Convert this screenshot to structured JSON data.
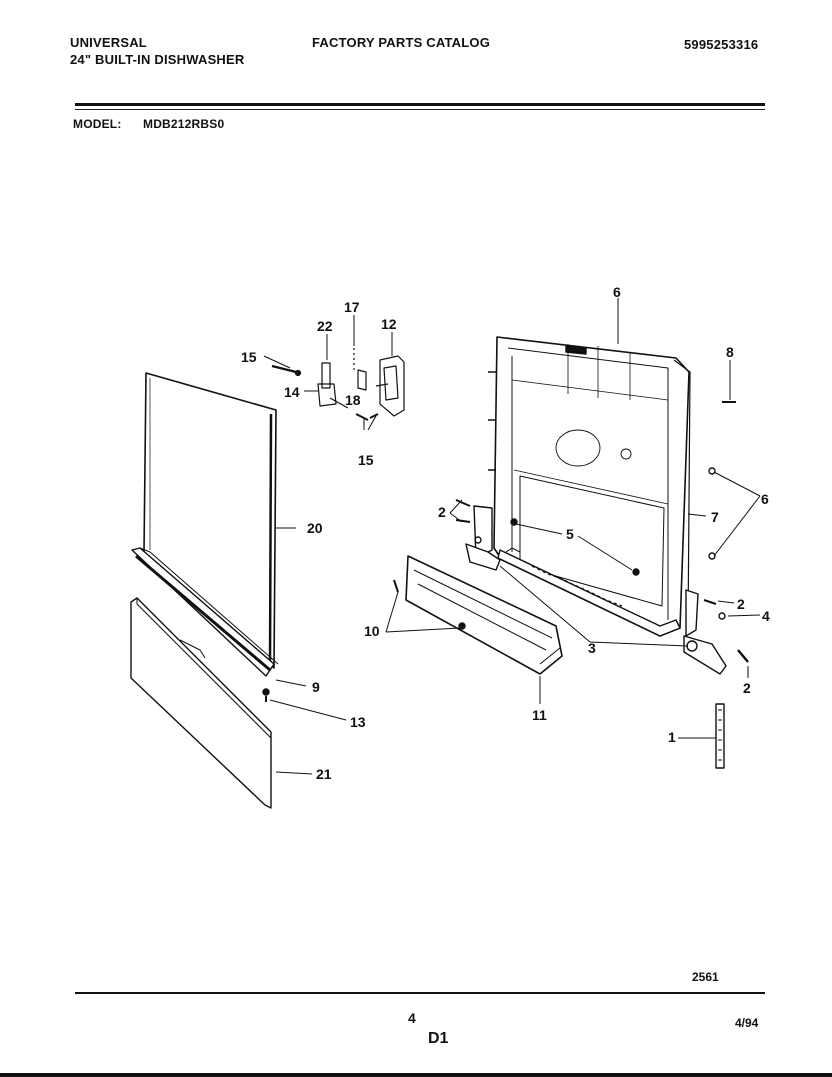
{
  "header": {
    "brand": "UNIVERSAL",
    "product": "24\" BUILT-IN DISHWASHER",
    "catalog": "FACTORY PARTS CATALOG",
    "catalog_number": "5995253316",
    "model_label": "MODEL:",
    "model_value": "MDB212RBS0"
  },
  "callouts": {
    "c1": "1",
    "c2a": "2",
    "c2b": "2",
    "c2c": "2",
    "c3": "3",
    "c4": "4",
    "c5": "5",
    "c6a": "6",
    "c6b": "6",
    "c7": "7",
    "c8": "8",
    "c9": "9",
    "c10": "10",
    "c11": "11",
    "c12": "12",
    "c13": "13",
    "c14": "14",
    "c15a": "15",
    "c15b": "15",
    "c17": "17",
    "c18": "18",
    "c20": "20",
    "c21": "21",
    "c22": "22"
  },
  "footer": {
    "figure_code": "2561",
    "page_number": "4",
    "section": "D1",
    "date": "4/94"
  },
  "colors": {
    "ink": "#111111",
    "paper": "#ffffff"
  }
}
